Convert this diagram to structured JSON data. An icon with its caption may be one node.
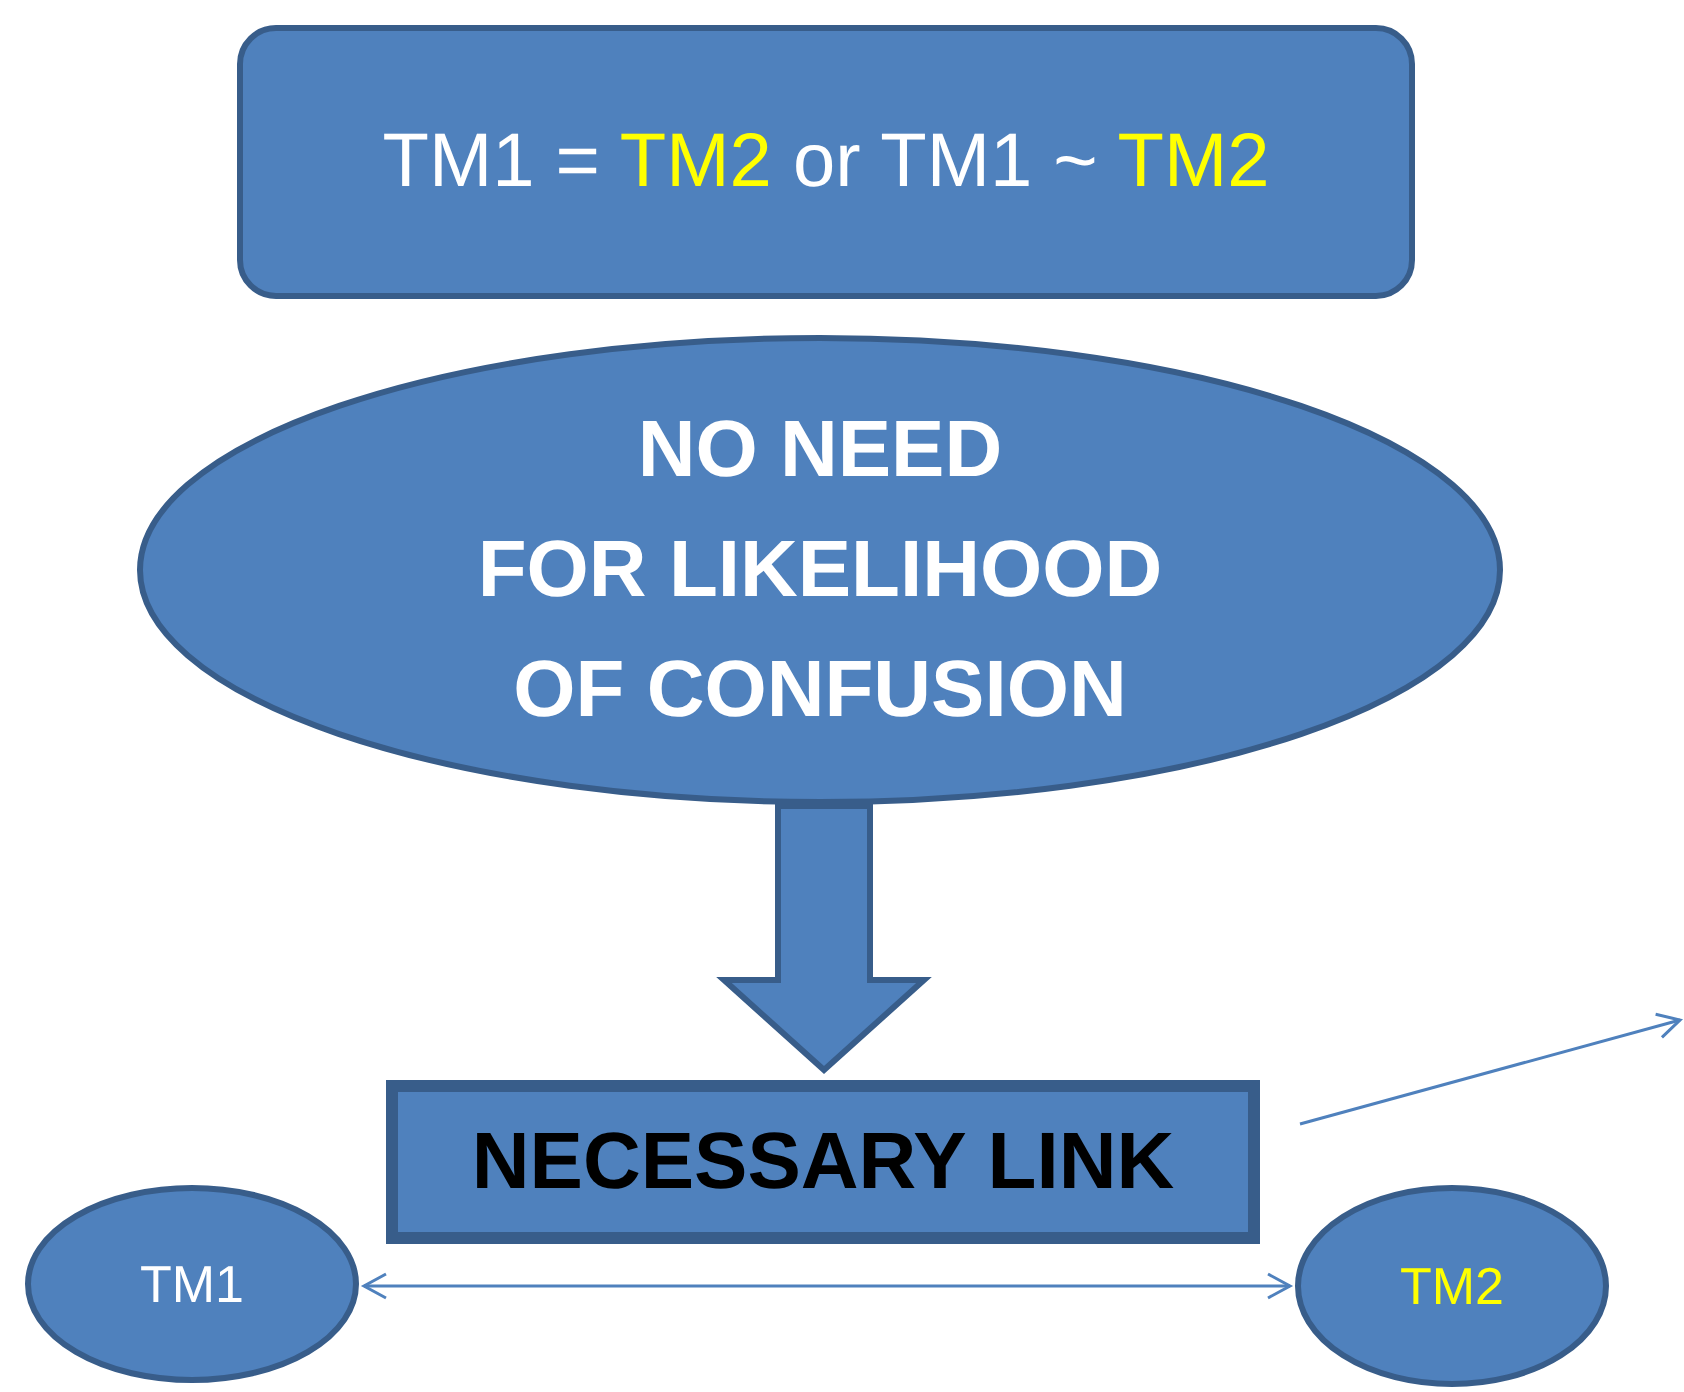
{
  "diagram": {
    "nodes": [
      {
        "text": [
          "TM1 = TM2 or TM1 ~ TM2"
        ]
      },
      {
        "text": [
          "NO NEED FOR LIKELIHOOD OF CONFUSION"
        ]
      },
      {
        "text": [
          "NECESSARY LINK"
        ]
      },
      {
        "text": [
          "TM1"
        ]
      },
      {
        "text": [
          "TM2"
        ]
      }
    ],
    "edges": [
      {
        "from": 1,
        "to": 2,
        "arrow": "to",
        "style": "thick"
      },
      {
        "from": 2,
        "to": null,
        "arrow": "to"
      },
      {
        "from": 3,
        "to": 4,
        "arrow": "both"
      }
    ]
  }
}
